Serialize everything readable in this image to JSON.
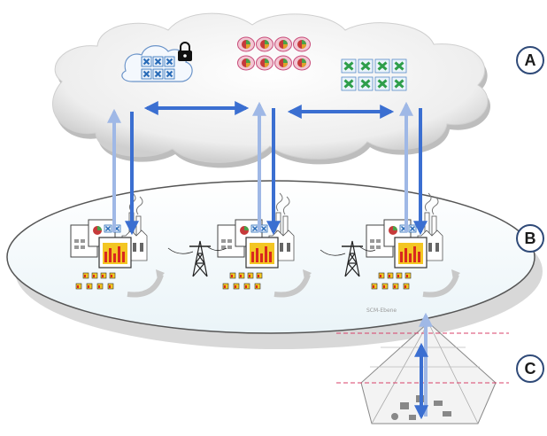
{
  "layers": {
    "a": "A",
    "b": "B",
    "c": "C"
  },
  "pyramid": {
    "top_level": "SCM-Ebene"
  },
  "colors": {
    "arrow": "#3b6fd1",
    "arrow_light": "#9fb8e6",
    "green_x": "#2e9e4a",
    "blue_x": "#2a6cb8",
    "chart_red": "#d9281f",
    "chart_yellow": "#f3c623",
    "dashed_line": "#d9406a"
  },
  "icons": [
    "cloud",
    "lock-icon",
    "blue-x-grid",
    "red-circle-grid",
    "green-x-grid",
    "factory-icon",
    "power-pylon-icon",
    "automation-pyramid"
  ]
}
